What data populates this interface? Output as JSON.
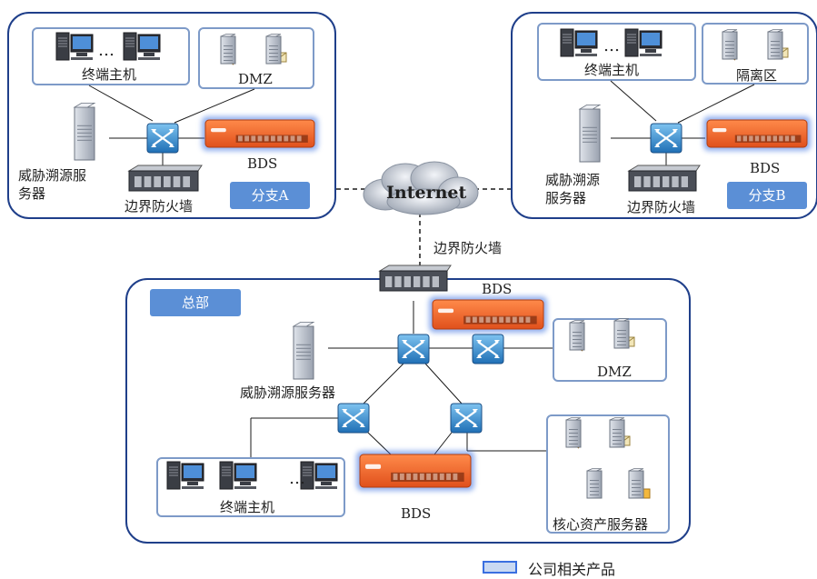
{
  "branch_a": {
    "tag": "分支A",
    "hosts": "终端主机",
    "dmz": "DMZ",
    "bds": "BDS",
    "server": "威胁溯源服\n务器",
    "firewall": "边界防火墙",
    "ellipsis": "…"
  },
  "branch_b": {
    "tag": "分支B",
    "hosts": "终端主机",
    "isolation": "隔离区",
    "bds": "BDS",
    "server": "威胁溯源\n服务器",
    "firewall": "边界防火墙",
    "ellipsis": "…"
  },
  "internet": {
    "label": "Internet",
    "firewall": "边界防火墙"
  },
  "hq": {
    "tag": "总部",
    "bds_top": "BDS",
    "dmz": "DMZ",
    "server": "威胁溯源服务器",
    "hosts": "终端主机",
    "bds_bottom": "BDS",
    "core": "核心资产服务器",
    "ellipsis": "…"
  },
  "legend": {
    "label": "公司相关产品"
  },
  "colors": {
    "region_border": "#1f3f8a",
    "inner_border": "#7d9ac8",
    "tag_fill": "#5b8fd6",
    "bds_orange": "#f26a2a",
    "bds_glow": "#3a6fe0",
    "switch_blue": "#2e8bd0",
    "legend_fill": "#c9d9f2"
  }
}
